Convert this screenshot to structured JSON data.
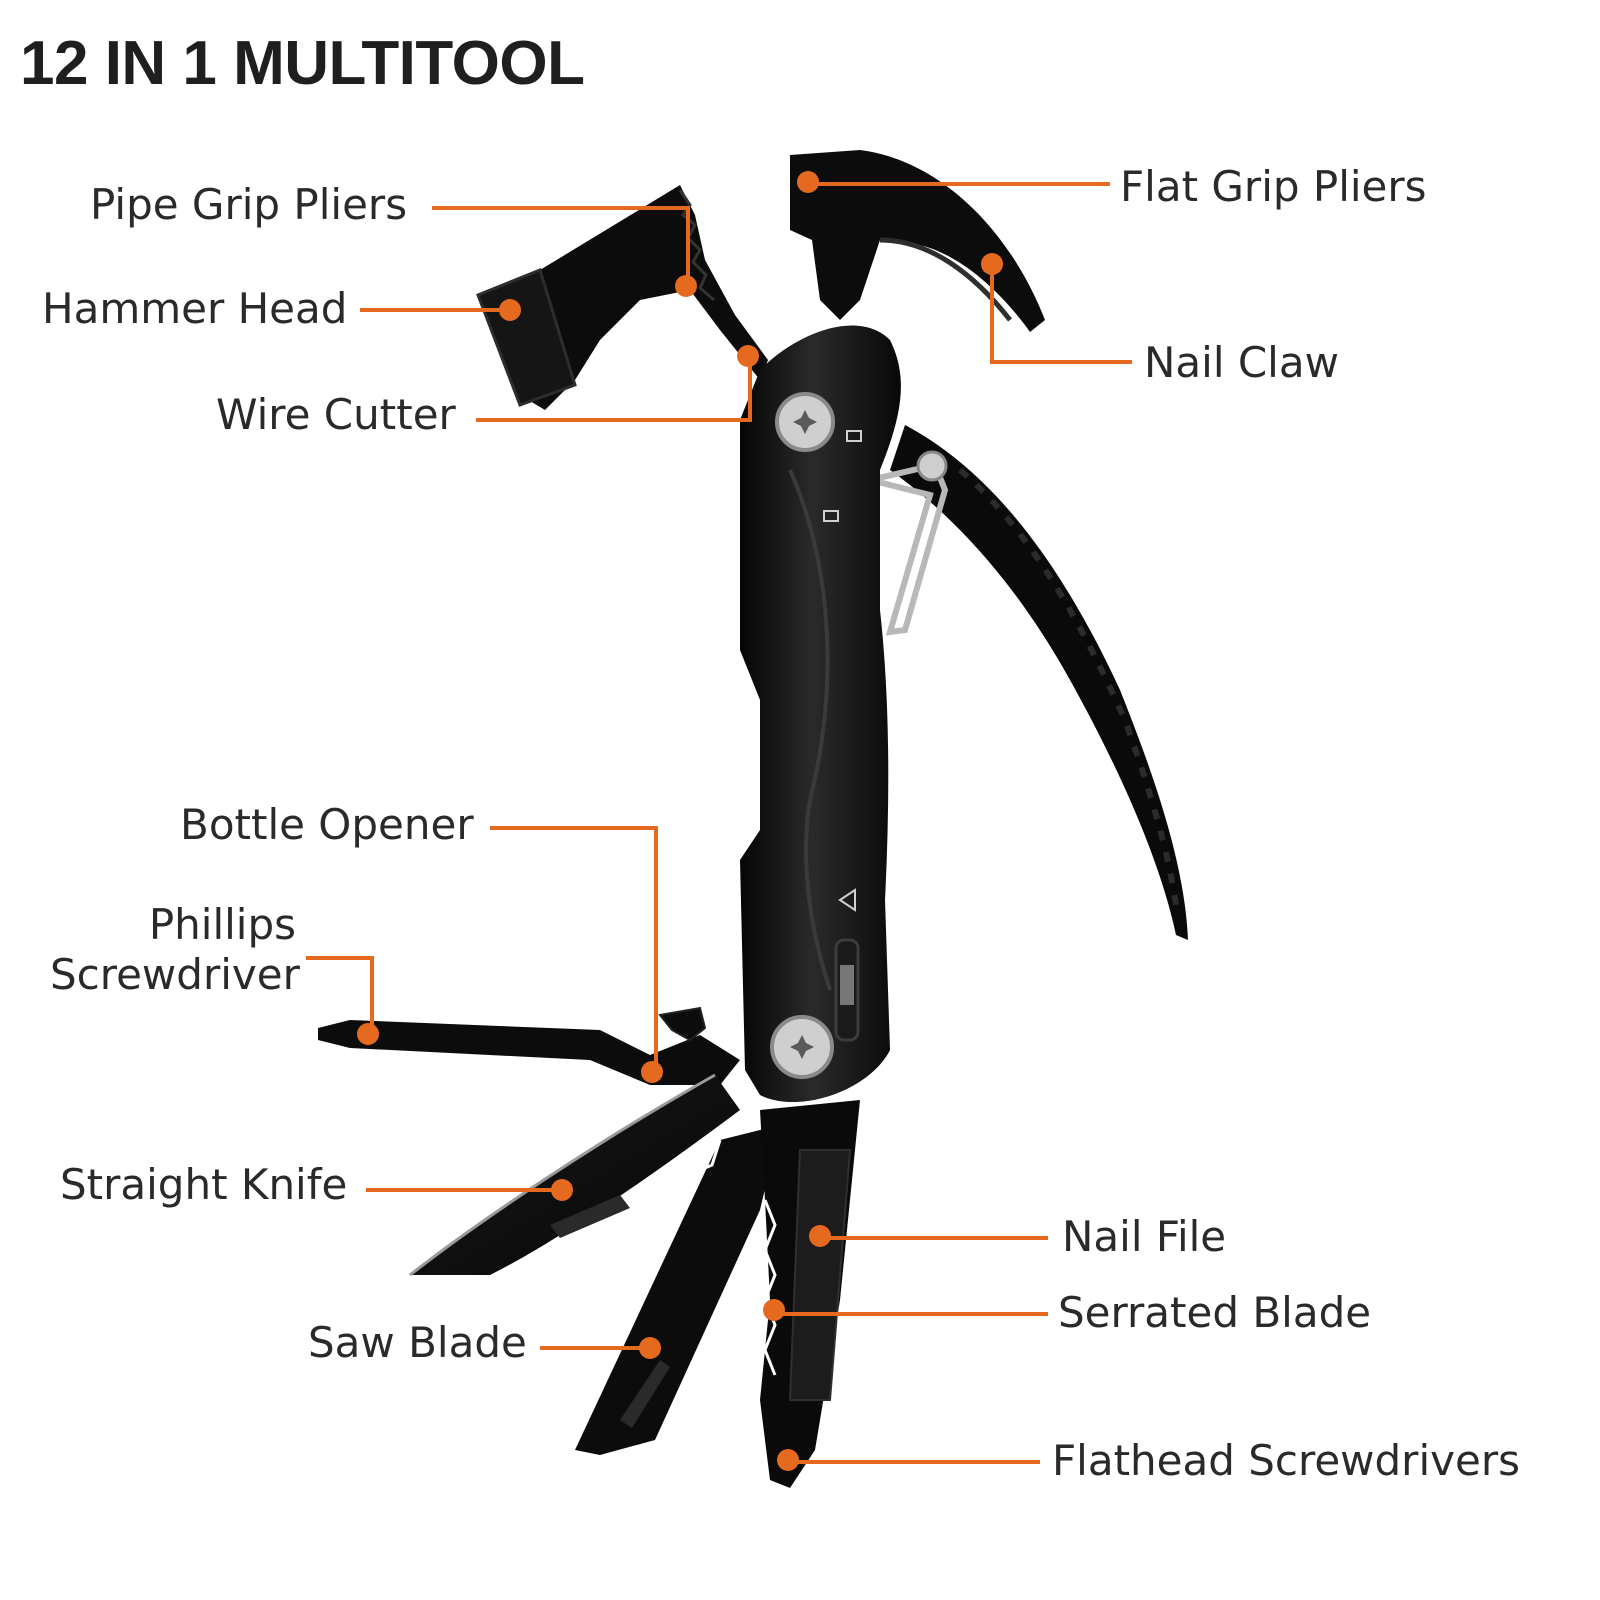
{
  "title": "12 IN 1 MULTITOOL",
  "colors": {
    "accent": "#e56a1f",
    "tool": "#0d0d0d",
    "steel": "#bdbdbd"
  },
  "labels": {
    "pipe_grip_pliers": "Pipe Grip Pliers",
    "hammer_head": "Hammer Head",
    "wire_cutter": "Wire Cutter",
    "flat_grip_pliers": "Flat Grip Pliers",
    "nail_claw": "Nail Claw",
    "bottle_opener": "Bottle Opener",
    "phillips_screwdriver_line1": "Phillips",
    "phillips_screwdriver_line2": "Screwdriver",
    "straight_knife": "Straight Knife",
    "saw_blade": "Saw Blade",
    "nail_file": "Nail File",
    "serrated_blade": "Serrated Blade",
    "flathead_screwdrivers": "Flathead Screwdrivers"
  }
}
